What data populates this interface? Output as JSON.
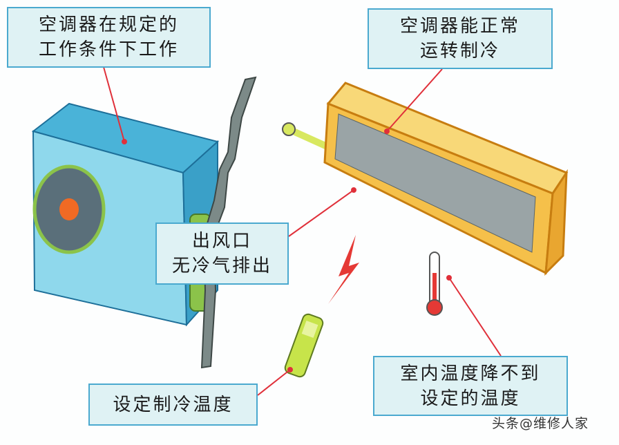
{
  "labels": {
    "outdoor_condition": [
      "空调器在规定的",
      "工作条件下工作"
    ],
    "indoor_running": [
      "空调器能正常",
      "运转制冷"
    ],
    "air_outlet": [
      "出风口",
      "无冷气排出"
    ],
    "remote_setting": [
      "设定制冷温度"
    ],
    "room_temp": [
      "室内温度降不到",
      "设定的温度"
    ]
  },
  "watermark": "头条@维修人家",
  "colors": {
    "box_fill": "#dff2f4",
    "box_border": "#4aa9cf",
    "leader": "#e0303a",
    "outdoor_unit": "#7fd0e6",
    "indoor_unit": "#f5c04a"
  }
}
